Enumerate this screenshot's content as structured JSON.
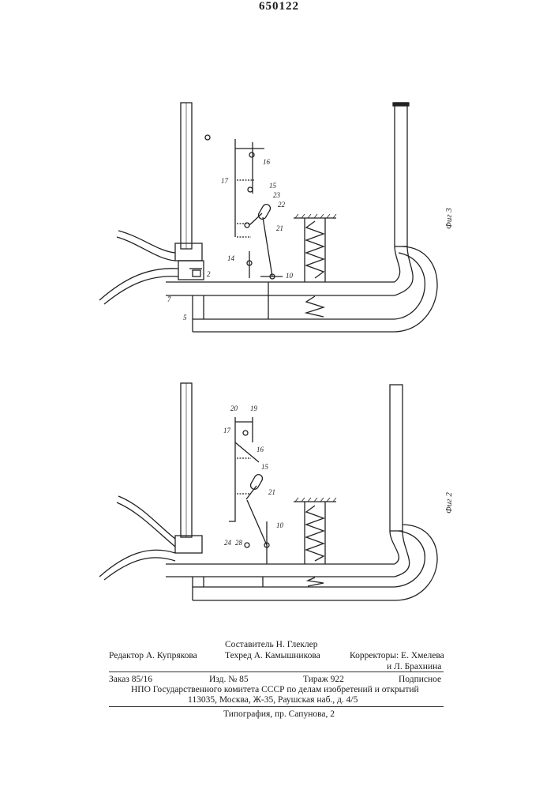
{
  "patent_number": "650122",
  "figures": {
    "top": {
      "caption": "Фиг 3",
      "labels": {
        "l2": "2",
        "l5": "5",
        "l7": "7",
        "l10": "10",
        "l14": "14",
        "l15": "15",
        "l16": "16",
        "l17": "17",
        "l21": "21",
        "l22": "22",
        "l23": "23"
      }
    },
    "bottom": {
      "caption": "Фиг 2",
      "labels": {
        "l10": "10",
        "l15": "15",
        "l16": "16",
        "l17": "17",
        "l19": "19",
        "l20": "20",
        "l21": "21",
        "l24": "24",
        "l28": "28"
      }
    }
  },
  "colophon": {
    "compiler": "Составитель Н. Глеклер",
    "editor": "Редактор А. Купрякова",
    "techred": "Техред А. Камышникова",
    "correctors_1": "Корректоры: Е. Хмелева",
    "correctors_2": "и Л. Брахнина",
    "order": "Заказ 85/16",
    "issue": "Изд. № 85",
    "circulation": "Тираж 922",
    "subscription": "Подписное",
    "org": "НПО Государственного комитета СССР по делам изобретений и открытий",
    "address": "113035, Москва, Ж-35, Раушская наб., д. 4/5",
    "printing": "Типография, пр. Сапунова, 2"
  }
}
